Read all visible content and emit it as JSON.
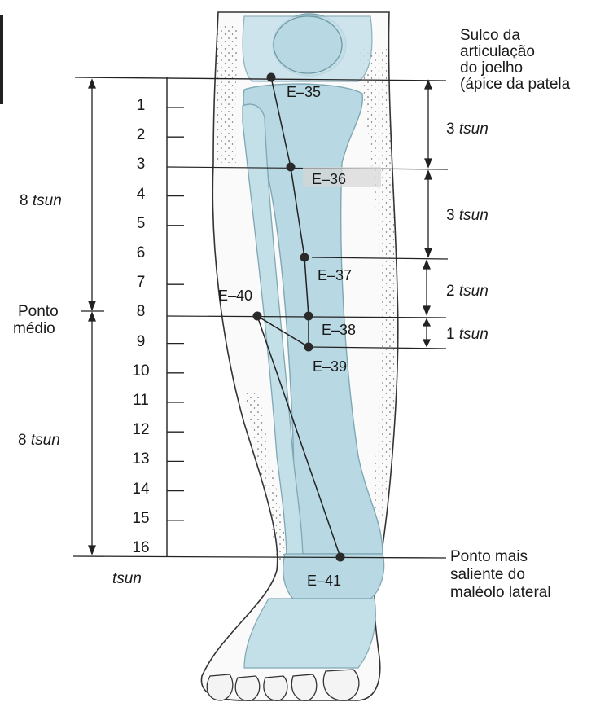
{
  "colors": {
    "bone": "#b8d9e3",
    "bone_line": "#7fa7b4",
    "line": "#222222",
    "point": "#2a2a2a"
  },
  "top_landmark": [
    "Sulco da",
    "articulação",
    "do joelho",
    "(ápice da patela"
  ],
  "bottom_landmark": [
    "Ponto mais",
    "saliente do",
    "maléolo lateral"
  ],
  "midpoint": [
    "Ponto",
    "médio"
  ],
  "scale_numbers": [
    "1",
    "2",
    "3",
    "4",
    "5",
    "6",
    "7",
    "8",
    "9",
    "10",
    "11",
    "12",
    "13",
    "14",
    "15",
    "16"
  ],
  "scale_unit": "tsun",
  "left_measures": [
    {
      "value": "8",
      "unit": "tsun"
    },
    {
      "value": "8",
      "unit": "tsun"
    }
  ],
  "right_measures": [
    {
      "value": "3",
      "unit": "tsun"
    },
    {
      "value": "3",
      "unit": "tsun"
    },
    {
      "value": "2",
      "unit": "tsun"
    },
    {
      "value": "1",
      "unit": "tsun"
    }
  ],
  "points": [
    "E–35",
    "E–36",
    "E–37",
    "E–38",
    "E–39",
    "E–40",
    "E–41"
  ]
}
